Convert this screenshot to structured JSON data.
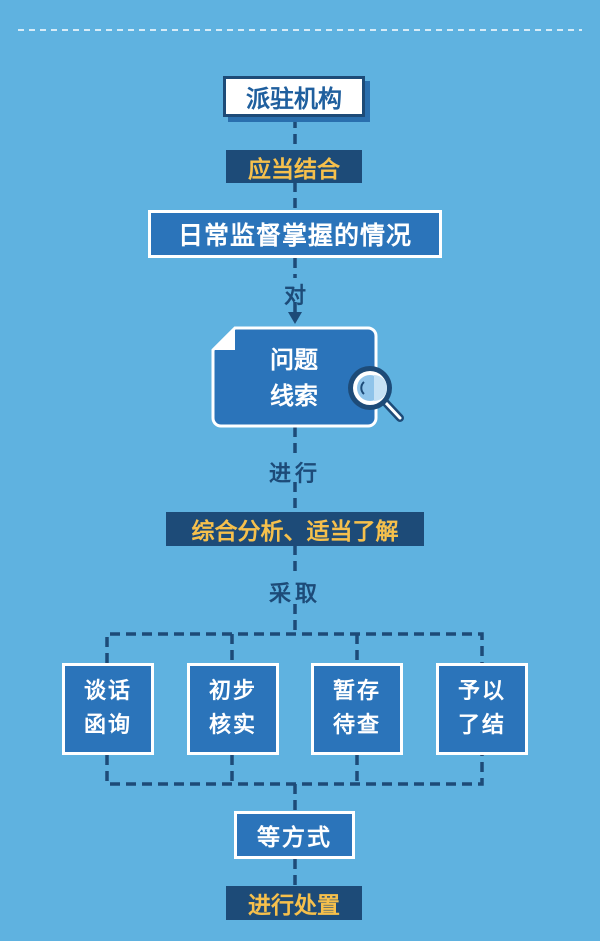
{
  "nodes": {
    "agency": "派驻机构",
    "should_combine": "应当结合",
    "daily_supervision": "日常监督掌握的情况",
    "to": "对",
    "clue_line1": "问题",
    "clue_line2": "线索",
    "conduct": "进行",
    "analysis": "综合分析、适当了解",
    "adopt": "采取",
    "methods": [
      {
        "line1": "谈话",
        "line2": "函询"
      },
      {
        "line1": "初步",
        "line2": "核实"
      },
      {
        "line1": "暂存",
        "line2": "待查"
      },
      {
        "line1": "予以",
        "line2": "了结"
      }
    ],
    "etc": "等方式",
    "handle": "进行处置"
  },
  "colors": {
    "background": "#5fb2e0",
    "navy": "#1d4b78",
    "blue": "#2b74ba",
    "yellow": "#f6c04c"
  }
}
